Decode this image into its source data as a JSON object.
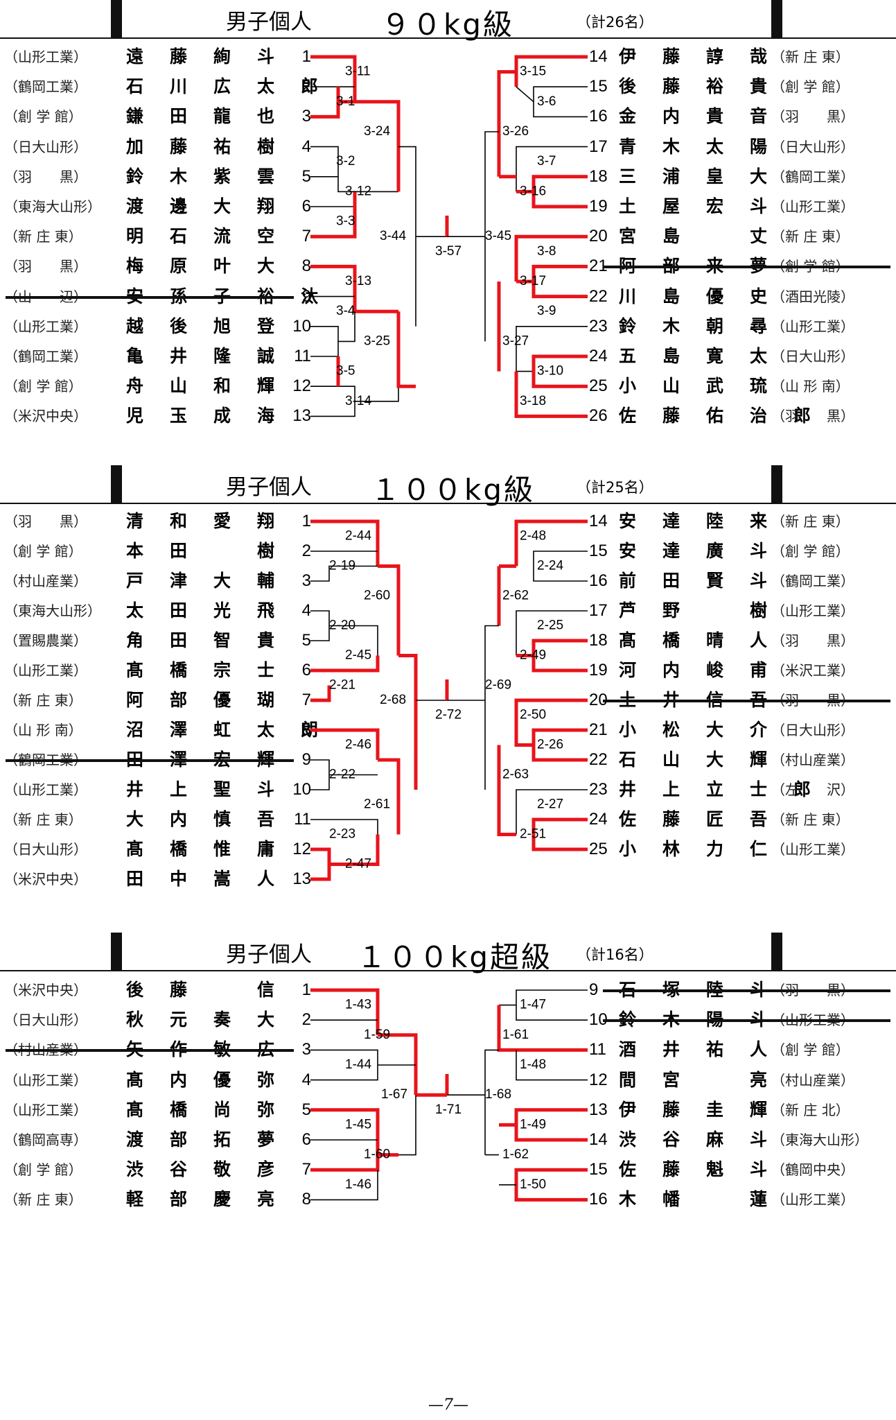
{
  "sections": [
    {
      "id": "90kg",
      "title_prefix": "男子個人",
      "title_class": "９０kg級",
      "title_count": "（計26名）",
      "left": [
        {
          "seed": "1",
          "name": "遠藤絢斗",
          "school": "（山形工業）",
          "withdrawn": false
        },
        {
          "seed": "2",
          "name": "石川広太郎",
          "school": "（鶴岡工業）",
          "withdrawn": false
        },
        {
          "seed": "3",
          "name": "鎌田龍也",
          "school": "（創 学 館）",
          "withdrawn": false
        },
        {
          "seed": "4",
          "name": "加藤祐樹",
          "school": "（日大山形）",
          "withdrawn": false
        },
        {
          "seed": "5",
          "name": "鈴木紫雲",
          "school": "（羽　　黒）",
          "withdrawn": false
        },
        {
          "seed": "6",
          "name": "渡邊大翔",
          "school": "（東海大山形）",
          "withdrawn": false
        },
        {
          "seed": "7",
          "name": "明石流空",
          "school": "（新 庄 東）",
          "withdrawn": false
        },
        {
          "seed": "8",
          "name": "梅原叶大",
          "school": "（羽　　黒）",
          "withdrawn": false
        },
        {
          "seed": "9",
          "name": "安孫子裕汰",
          "school": "（山　　辺）",
          "withdrawn": true
        },
        {
          "seed": "10",
          "name": "越後旭登",
          "school": "（山形工業）",
          "withdrawn": false
        },
        {
          "seed": "11",
          "name": "亀井隆誠",
          "school": "（鶴岡工業）",
          "withdrawn": false
        },
        {
          "seed": "12",
          "name": "舟山和輝",
          "school": "（創 学 館）",
          "withdrawn": false
        },
        {
          "seed": "13",
          "name": "児玉成海",
          "school": "（米沢中央）",
          "withdrawn": false
        }
      ],
      "right": [
        {
          "seed": "14",
          "name": "伊藤諄哉",
          "school": "（新 庄 東）",
          "withdrawn": false
        },
        {
          "seed": "15",
          "name": "後藤裕貴",
          "school": "（創 学 館）",
          "withdrawn": false
        },
        {
          "seed": "16",
          "name": "金内貴音",
          "school": "（羽　　黒）",
          "withdrawn": false
        },
        {
          "seed": "17",
          "name": "青木太陽",
          "school": "（日大山形）",
          "withdrawn": false
        },
        {
          "seed": "18",
          "name": "三浦皇大",
          "school": "（鶴岡工業）",
          "withdrawn": false
        },
        {
          "seed": "19",
          "name": "土屋宏斗",
          "school": "（山形工業）",
          "withdrawn": false
        },
        {
          "seed": "20",
          "name": "宮島　丈",
          "school": "（新 庄 東）",
          "withdrawn": false
        },
        {
          "seed": "21",
          "name": "阿部来夢",
          "school": "（創 学 館）",
          "withdrawn": true
        },
        {
          "seed": "22",
          "name": "川島優史",
          "school": "（酒田光陵）",
          "withdrawn": false
        },
        {
          "seed": "23",
          "name": "鈴木朝尋",
          "school": "（山形工業）",
          "withdrawn": false
        },
        {
          "seed": "24",
          "name": "五島寛太",
          "school": "（日大山形）",
          "withdrawn": false
        },
        {
          "seed": "25",
          "name": "小山武琉",
          "school": "（山 形 南）",
          "withdrawn": false
        },
        {
          "seed": "26",
          "name": "佐藤佑治郎",
          "school": "（羽　　黒）",
          "withdrawn": false
        }
      ],
      "matches": [
        "3-1",
        "3-2",
        "3-3",
        "3-4",
        "3-5",
        "3-6",
        "3-7",
        "3-8",
        "3-9",
        "3-10",
        "3-11",
        "3-12",
        "3-13",
        "3-14",
        "3-15",
        "3-16",
        "3-17",
        "3-18",
        "3-24",
        "3-25",
        "3-26",
        "3-27",
        "3-44",
        "3-45",
        "3-57"
      ]
    },
    {
      "id": "100kg",
      "title_prefix": "男子個人",
      "title_class": "１００kg級",
      "title_count": "（計25名）",
      "left": [
        {
          "seed": "1",
          "name": "清和愛翔",
          "school": "（羽　　黒）",
          "withdrawn": false
        },
        {
          "seed": "2",
          "name": "本田　樹",
          "school": "（創 学 館）",
          "withdrawn": false
        },
        {
          "seed": "3",
          "name": "戸津大輔",
          "school": "（村山産業）",
          "withdrawn": false
        },
        {
          "seed": "4",
          "name": "太田光飛",
          "school": "（東海大山形）",
          "withdrawn": false
        },
        {
          "seed": "5",
          "name": "角田智貴",
          "school": "（置賜農業）",
          "withdrawn": false
        },
        {
          "seed": "6",
          "name": "髙橋宗士",
          "school": "（山形工業）",
          "withdrawn": false
        },
        {
          "seed": "7",
          "name": "阿部優瑚",
          "school": "（新 庄 東）",
          "withdrawn": false
        },
        {
          "seed": "8",
          "name": "沼澤虹太朗",
          "school": "（山 形 南）",
          "withdrawn": false
        },
        {
          "seed": "9",
          "name": "田澤宏輝",
          "school": "（鶴岡工業）",
          "withdrawn": true
        },
        {
          "seed": "10",
          "name": "井上聖斗",
          "school": "（山形工業）",
          "withdrawn": false
        },
        {
          "seed": "11",
          "name": "大内慎吾",
          "school": "（新 庄 東）",
          "withdrawn": false
        },
        {
          "seed": "12",
          "name": "髙橋惟庸",
          "school": "（日大山形）",
          "withdrawn": false
        },
        {
          "seed": "13",
          "name": "田中嵩人",
          "school": "（米沢中央）",
          "withdrawn": false
        }
      ],
      "right": [
        {
          "seed": "14",
          "name": "安達陸来",
          "school": "（新 庄 東）",
          "withdrawn": false
        },
        {
          "seed": "15",
          "name": "安達廣斗",
          "school": "（創 学 館）",
          "withdrawn": false
        },
        {
          "seed": "16",
          "name": "前田賢斗",
          "school": "（鶴岡工業）",
          "withdrawn": false
        },
        {
          "seed": "17",
          "name": "芦野　樹",
          "school": "（山形工業）",
          "withdrawn": false
        },
        {
          "seed": "18",
          "name": "髙橋晴人",
          "school": "（羽　　黒）",
          "withdrawn": false
        },
        {
          "seed": "19",
          "name": "河内峻甫",
          "school": "（米沢工業）",
          "withdrawn": false
        },
        {
          "seed": "20",
          "name": "土井信吾",
          "school": "（羽　　黒）",
          "withdrawn": true
        },
        {
          "seed": "21",
          "name": "小松大介",
          "school": "（日大山形）",
          "withdrawn": false
        },
        {
          "seed": "22",
          "name": "石山大輝",
          "school": "（村山産業）",
          "withdrawn": false
        },
        {
          "seed": "23",
          "name": "井上立士郎",
          "school": "（左　　沢）",
          "withdrawn": false
        },
        {
          "seed": "24",
          "name": "佐藤匠吾",
          "school": "（新 庄 東）",
          "withdrawn": false
        },
        {
          "seed": "25",
          "name": "小林力仁",
          "school": "（山形工業）",
          "withdrawn": false
        }
      ],
      "matches": [
        "2-19",
        "2-20",
        "2-21",
        "2-22",
        "2-23",
        "2-24",
        "2-25",
        "2-26",
        "2-27",
        "2-44",
        "2-45",
        "2-46",
        "2-47",
        "2-48",
        "2-49",
        "2-50",
        "2-51",
        "2-60",
        "2-61",
        "2-62",
        "2-63",
        "2-68",
        "2-69",
        "2-72"
      ]
    },
    {
      "id": "100kg_plus",
      "title_prefix": "男子個人",
      "title_class": "１００kg超級",
      "title_count": "（計16名）",
      "left": [
        {
          "seed": "1",
          "name": "後藤　信",
          "school": "（米沢中央）",
          "withdrawn": false
        },
        {
          "seed": "2",
          "name": "秋元奏大",
          "school": "（日大山形）",
          "withdrawn": false
        },
        {
          "seed": "3",
          "name": "矢作敏広",
          "school": "（村山産業）",
          "withdrawn": true
        },
        {
          "seed": "4",
          "name": "髙内優弥",
          "school": "（山形工業）",
          "withdrawn": false
        },
        {
          "seed": "5",
          "name": "髙橋尚弥",
          "school": "（山形工業）",
          "withdrawn": false
        },
        {
          "seed": "6",
          "name": "渡部拓夢",
          "school": "（鶴岡高専）",
          "withdrawn": false
        },
        {
          "seed": "7",
          "name": "渋谷敬彦",
          "school": "（創 学 館）",
          "withdrawn": false
        },
        {
          "seed": "8",
          "name": "軽部慶亮",
          "school": "（新 庄 東）",
          "withdrawn": false
        }
      ],
      "right": [
        {
          "seed": "9",
          "name": "石塚陸斗",
          "school": "（羽　　黒）",
          "withdrawn": true
        },
        {
          "seed": "10",
          "name": "鈴木陽斗",
          "school": "（山形工業）",
          "withdrawn": true
        },
        {
          "seed": "11",
          "name": "酒井祐人",
          "school": "（創 学 館）",
          "withdrawn": false
        },
        {
          "seed": "12",
          "name": "間宮　亮",
          "school": "（村山産業）",
          "withdrawn": false
        },
        {
          "seed": "13",
          "name": "伊藤圭輝",
          "school": "（新 庄 北）",
          "withdrawn": false
        },
        {
          "seed": "14",
          "name": "渋谷麻斗",
          "school": "（東海大山形）",
          "withdrawn": false
        },
        {
          "seed": "15",
          "name": "佐藤魁斗",
          "school": "（鶴岡中央）",
          "withdrawn": false
        },
        {
          "seed": "16",
          "name": "木幡　蓮",
          "school": "（山形工業）",
          "withdrawn": false
        }
      ],
      "matches": [
        "1-43",
        "1-44",
        "1-45",
        "1-46",
        "1-47",
        "1-48",
        "1-49",
        "1-50",
        "1-59",
        "1-60",
        "1-61",
        "1-62",
        "1-67",
        "1-68",
        "1-71"
      ]
    }
  ],
  "colors": {
    "winner_line": "#e8141b",
    "bracket_line": "#000000"
  },
  "footer": "—7—"
}
